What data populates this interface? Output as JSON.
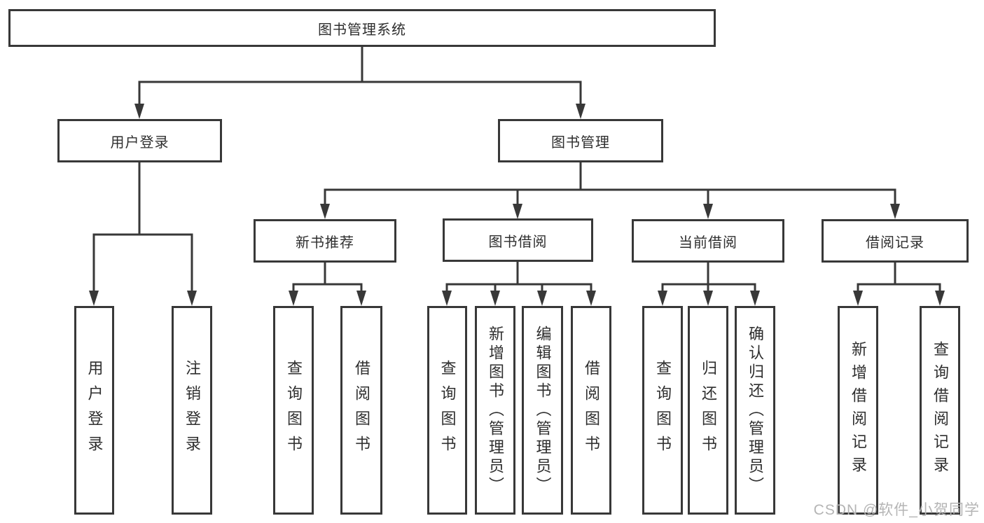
{
  "diagram": {
    "nodes": {
      "root": {
        "label": "图书管理系统"
      },
      "user_login": {
        "label": "用户登录"
      },
      "book_mgmt": {
        "label": "图书管理"
      },
      "new_book_rec": {
        "label": "新书推荐"
      },
      "book_borrow": {
        "label": "图书借阅"
      },
      "current_borrow": {
        "label": "当前借阅"
      },
      "borrow_records": {
        "label": "借阅记录"
      },
      "leaf_user_login": {
        "label": "用户登录"
      },
      "leaf_logout": {
        "label": "注销登录"
      },
      "leaf_nb_query": {
        "label": "查询图书"
      },
      "leaf_nb_borrow": {
        "label": "借阅图书"
      },
      "leaf_bb_query": {
        "label": "查询图书"
      },
      "leaf_bb_add": {
        "label": "新增图书（管理员）"
      },
      "leaf_bb_edit": {
        "label": "编辑图书（管理员）"
      },
      "leaf_bb_borrow": {
        "label": "借阅图书"
      },
      "leaf_cb_query": {
        "label": "查询图书"
      },
      "leaf_cb_return": {
        "label": "归还图书"
      },
      "leaf_cb_confirm": {
        "label": "确认归还（管理员）"
      },
      "leaf_br_add": {
        "label": "新增借阅记录"
      },
      "leaf_br_query": {
        "label": "查询借阅记录"
      }
    }
  },
  "watermark": {
    "text": "CSDN @软件_小贺同学"
  },
  "colors": {
    "line": "#383838",
    "box_border": "#383838",
    "box_fill": "#ffffff",
    "text": "#2e2e2e",
    "watermark": "#b5b5b5"
  }
}
